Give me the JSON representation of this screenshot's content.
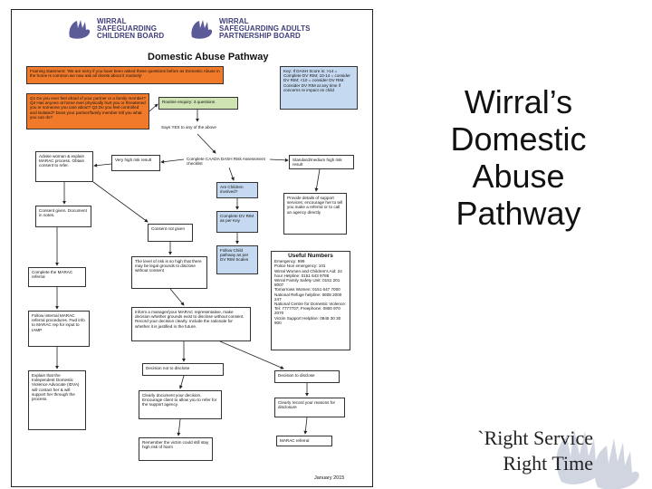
{
  "logos": {
    "children_board": [
      "WIRRAL",
      "SAFEGUARDING",
      "CHILDREN BOARD"
    ],
    "adults_board": [
      "WIRRAL",
      "SAFEGUARDING ADULTS",
      "PARTNERSHIP BOARD"
    ]
  },
  "document": {
    "title": "Domestic Abuse Pathway",
    "footer_date": "January 2015",
    "boxes": {
      "intro": "Framing statement: 'We are sorry if you have been asked these questions before as Domestic Abuse in the home is common we now ask all clients about it routinely'",
      "questions": "Q1 Do you ever feel afraid of your partner or a family member? Q2 Has anyone at home ever physically hurt you or threatened you or someone you care about? Q3 Do you feel controlled and isolated? Does your partner/family member tell you what you can do?",
      "key": "Key: If DASH Score is: >14 = Complete DV RIM; 10-14 = consider DV RIM; <10 = consider DV RIM. Consider DV RIM at any time if concerns re impact on child",
      "routine_enquiry": "Routine enquiry: 3 questions",
      "say_yes": "Says YES to any of the above",
      "complete_caada": "Complete CAADA DASH Risk Assessment checklist",
      "advise_woman": "Advise woman & explain MARAC process. Obtain consent to refer.",
      "very_high": "Very high risk result",
      "standard": "Standard/medium high risk result",
      "are_children": "Are Children involved?",
      "consent_given": "Consent given. Document in notes.",
      "consent_not_given": "Consent not given",
      "complete_dvrim": "Complete DV RIM as per Key",
      "provide_details": "Provide details of support services; encourage her to tell you make a referral or to call an agency directly",
      "follow_child": "Follow Child pathway as per DV RIM Scales",
      "level_of_risk": "The level of risk is so high that there may be legal grounds to disclose without consent",
      "complete_marac": "Complete the MARAC referral",
      "follow_internal": "Follow internal MARAC referral procedures. Fwd info to MARAC rep for input to IAMP",
      "inform_manager": "Inform a manager/your MARAC representative, make decision whether grounds exist to disclose without consent. Record your decision clearly. Include the rationale for whether it is justified in the future.",
      "explain_idva": "Explain that the Independent Domestic Violence Advocate (IDVA) will contact her & will support her through the process.",
      "decision_not": "Decision not to disclose",
      "decision_to": "Decision to disclose",
      "clearly_document": "Clearly document your decision. Encourage client to allow you to refer for the support agency.",
      "clearly_record": "Clearly record your reasons for disclosure",
      "remember": "Remember the victim could still stay high risk of harm",
      "marac_referral": "MARAC referral"
    },
    "useful_numbers": {
      "title": "Useful Numbers",
      "lines": [
        "Emergency: 999",
        "Police Non emergency: 101",
        "Wirral Women and Children's Aid: 24 hour Helpline: 0151 643 9788",
        "Wirral Family Safety Unit: 0151 201 8007",
        "Tomorrows Women: 0151 647 7000",
        "National Refuge helpline: 0808 2000 247",
        "National Centre for Domestic Violence: Tel: 7777707; Freephone: 0800 970 2070",
        "Victim Support Helpline: 0845 30 30 900"
      ]
    }
  },
  "slide": {
    "title_lines": [
      "Wirral’s",
      "Domestic",
      "Abuse",
      "Pathway"
    ],
    "tagline_lines": [
      "`Right Service",
      "Right Time"
    ]
  },
  "colors": {
    "orange": "#f07a2a",
    "blue": "#c5d9f0",
    "green": "#cfe3b3",
    "logo_purple": "#3d3d7a"
  },
  "icons": [
    "children-board-logo-icon",
    "adults-board-logo-icon",
    "hands-watermark-icon"
  ]
}
